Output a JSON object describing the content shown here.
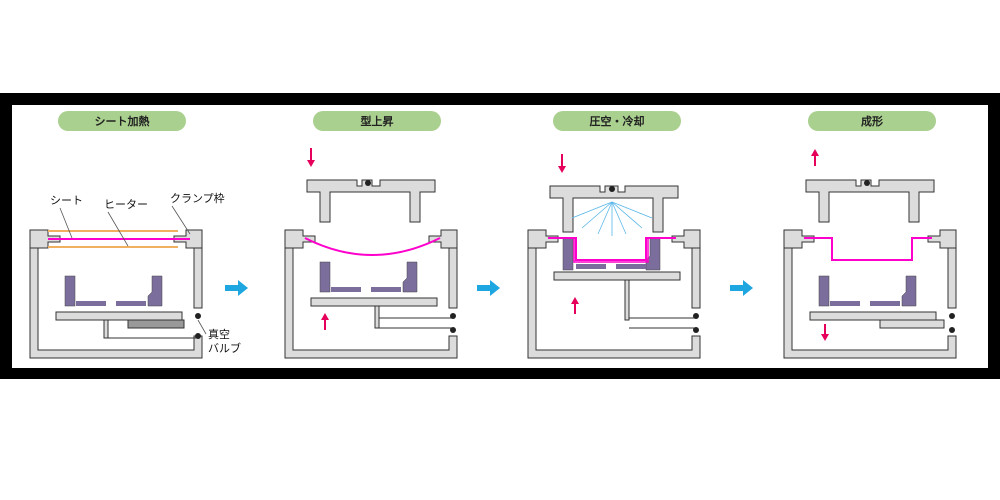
{
  "colors": {
    "chamber_gray": "#dcdcdc",
    "outline": "#333333",
    "mold_purple": "#7b6e9c",
    "sheet_magenta": "#ff00cc",
    "heater_orange": "#f0b060",
    "label_green": "#a9d08e",
    "arrow_red": "#e6005c",
    "arrow_blue": "#1ea6e0",
    "air_blue": "#59b6e8"
  },
  "steps": [
    {
      "label": "シート加熱"
    },
    {
      "label": "型上昇"
    },
    {
      "label": "圧空・冷却"
    },
    {
      "label": "成形"
    }
  ],
  "annotations": {
    "sheet": "シート",
    "heater": "ヒーター",
    "clamp_frame": "クランプ枠",
    "vacuum_line1": "真空",
    "vacuum_line2": "バルブ"
  },
  "icons": {
    "flow_arrow": "right-arrow-icon",
    "move_down": "down-arrow-icon",
    "move_up": "up-arrow-icon",
    "valve": "valve-icon"
  }
}
